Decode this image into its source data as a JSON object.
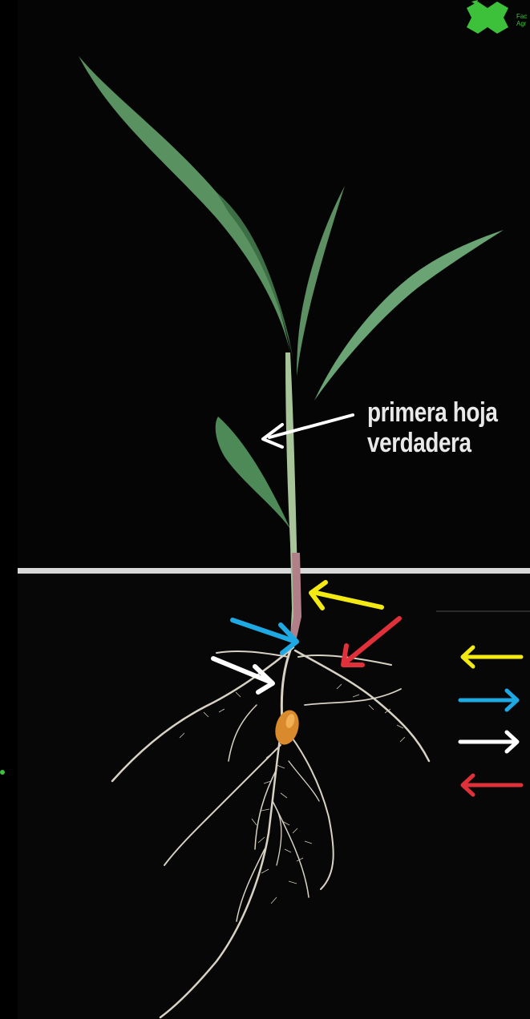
{
  "annotation": {
    "line1": "primera hoja",
    "line2": "verdadera"
  },
  "logo": {
    "text_line1": "Fac",
    "text_line2": "Agr"
  },
  "colors": {
    "background": "#000000",
    "leaf": "#4f8a56",
    "stem": "#9dbd8a",
    "root": "#d8d2c4",
    "seed": "#d98a2c",
    "arrow_yellow": "#f2ea12",
    "arrow_blue": "#1fa9e3",
    "arrow_white": "#ffffff",
    "arrow_red": "#e0303a",
    "logo_green": "#3ec13a"
  },
  "legend_arrows": [
    {
      "color": "#f2ea12",
      "direction": "left"
    },
    {
      "color": "#1fa9e3",
      "direction": "right"
    },
    {
      "color": "#ffffff",
      "direction": "right"
    },
    {
      "color": "#e0303a",
      "direction": "left"
    }
  ]
}
